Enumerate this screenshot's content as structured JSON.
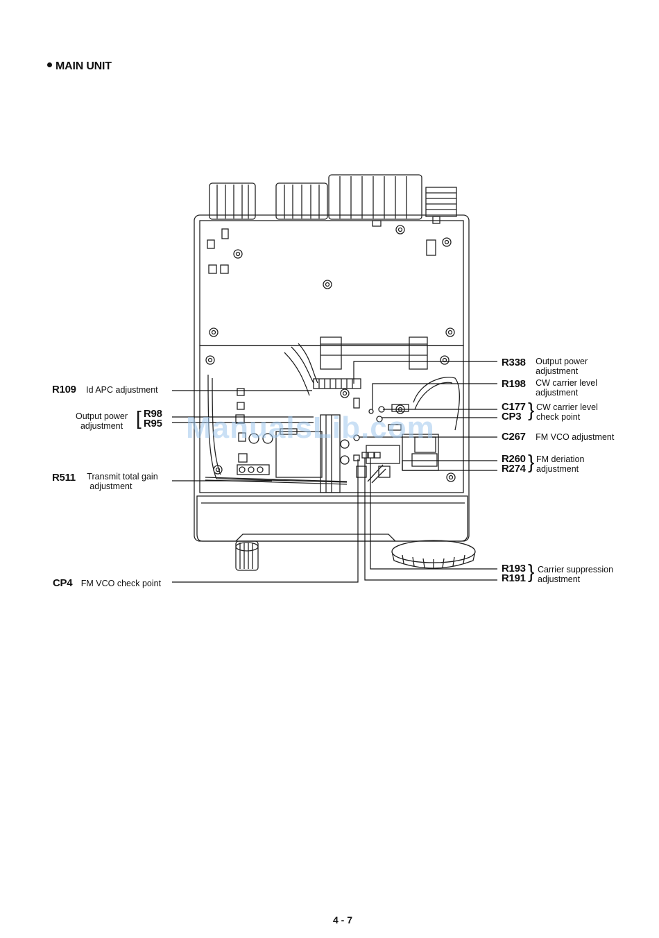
{
  "heading": "MAIN UNIT",
  "page_number": "4 - 7",
  "watermark": "ManualsLib.com",
  "left_labels": {
    "r109": {
      "code": "R109",
      "desc": "Id APC adjustment"
    },
    "r98_r95": {
      "desc_line1": "Output power",
      "desc_line2": "adjustment",
      "code1": "R98",
      "code2": "R95"
    },
    "r511": {
      "code": "R511",
      "desc_line1": "Transmit total gain",
      "desc_line2": "adjustment"
    },
    "cp4": {
      "code": "CP4",
      "desc": "FM VCO check point"
    }
  },
  "right_labels": {
    "r338": {
      "code": "R338",
      "desc_line1": "Output power",
      "desc_line2": "adjustment"
    },
    "r198": {
      "code": "R198",
      "desc_line1": "CW carrier level",
      "desc_line2": "adjustment"
    },
    "c177_cp3": {
      "code1": "C177",
      "code2": "CP3",
      "desc_line1": "CW carrier level",
      "desc_line2": "check point"
    },
    "c267": {
      "code": "C267",
      "desc": "FM VCO adjustment"
    },
    "r260_r274": {
      "code1": "R260",
      "code2": "R274",
      "desc_line1": "FM deriation",
      "desc_line2": "adjustment"
    },
    "r193_r191": {
      "code1": "R193",
      "code2": "R191",
      "desc_line1": "Carrier suppression",
      "desc_line2": "adjustment"
    }
  }
}
